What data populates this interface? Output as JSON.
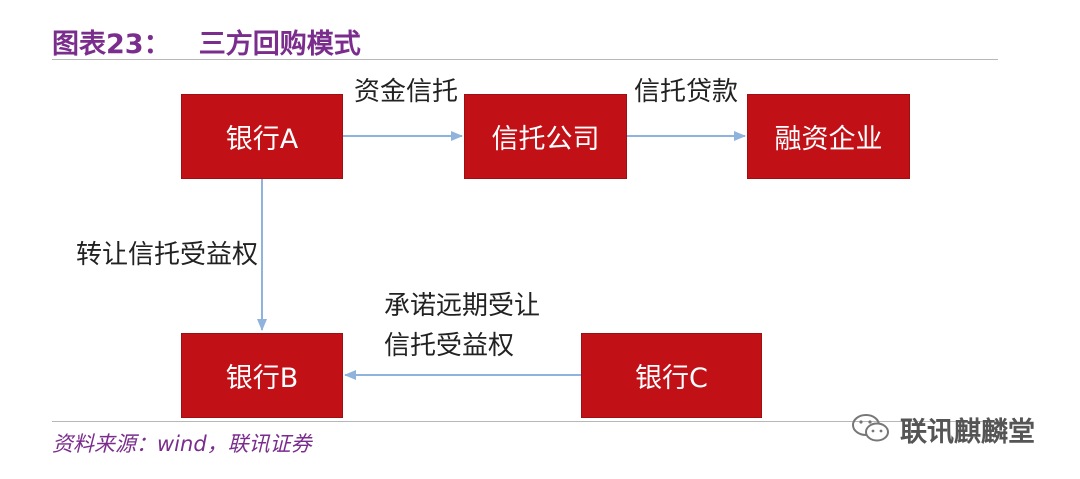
{
  "header": {
    "title": "图表23：   三方回购模式"
  },
  "diagram": {
    "nodes": {
      "bank_a": "银行A",
      "trust_company": "信托公司",
      "financing_enterprise": "融资企业",
      "bank_b": "银行B",
      "bank_c": "银行C"
    },
    "edges": {
      "a_to_trust": "资金信托",
      "trust_to_enterprise": "信托贷款",
      "a_to_b": "转让信托受益权",
      "c_to_b_line1": "承诺远期受让",
      "c_to_b_line2": "信托受益权"
    }
  },
  "footer": {
    "source": "资料来源：wind，联讯证券",
    "watermark": "联讯麒麟堂"
  },
  "colors": {
    "box_fill": "#c21017",
    "arrow": "#8fb3dc",
    "title": "#7a2d8c"
  }
}
